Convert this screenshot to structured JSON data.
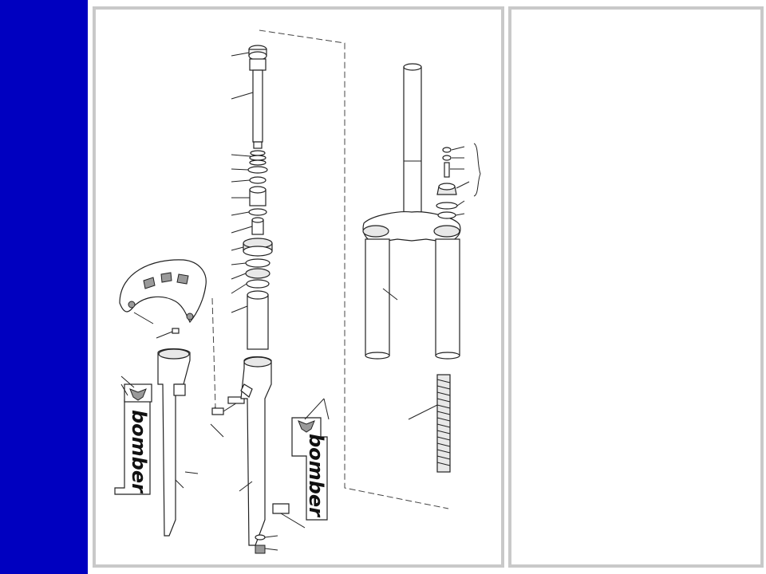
{
  "sidebar": {
    "color": "#0000c0"
  },
  "diagram": {
    "type": "exploded-parts-view",
    "decals": [
      {
        "text": "bomber"
      },
      {
        "text": "bomber"
      }
    ],
    "frame_color": "#c9c9c9"
  }
}
